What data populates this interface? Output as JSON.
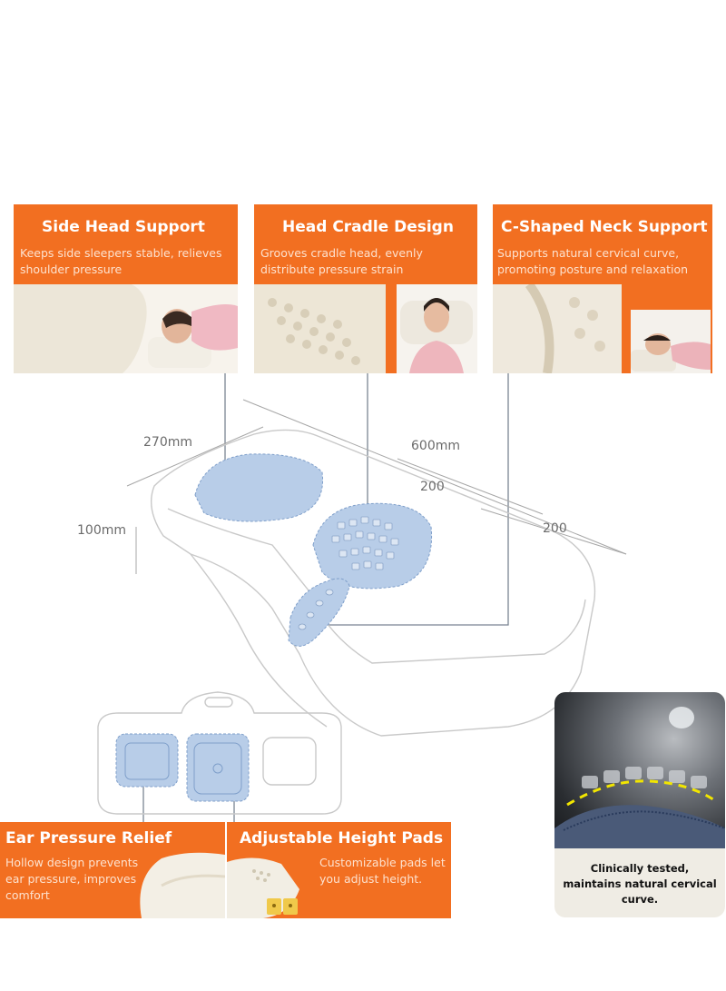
{
  "cards": {
    "side": {
      "title": "Side Head Support",
      "desc": "Keeps side sleepers stable, relieves shoulder pressure"
    },
    "cradle": {
      "title": "Head Cradle Design",
      "desc": "Grooves cradle head, evenly distribute pressure strain"
    },
    "neck": {
      "title": "C-Shaped Neck Support",
      "desc": "Supports natural cervical curve, promoting posture and relaxation"
    },
    "ear": {
      "title": "Ear Pressure Relief",
      "desc": "Hollow design prevents ear pressure, improves comfort"
    },
    "pads": {
      "title": "Adjustable Height Pads",
      "desc": "Customizable pads let you adjust height."
    }
  },
  "dimensions": {
    "width": "270mm",
    "length": "600mm",
    "height": "100mm",
    "section_a": "200",
    "section_b": "200"
  },
  "xray": {
    "caption": "Clinically tested, maintains natural cervical curve."
  },
  "colors": {
    "accent": "#f26f21",
    "highlight": "#b8cde8",
    "curve": "#f2e600"
  }
}
